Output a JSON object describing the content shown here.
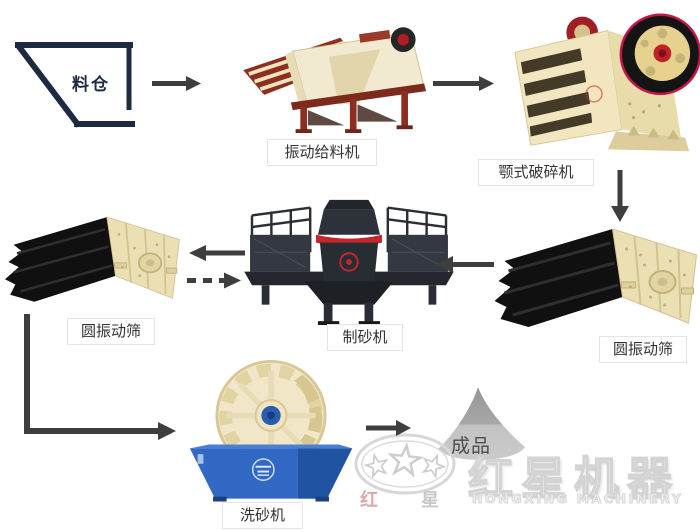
{
  "diagram": {
    "type": "sand-production-line-process-flow",
    "background": "#ffffff",
    "nodes": [
      {
        "id": "silo",
        "label": "料仓"
      },
      {
        "id": "feeder",
        "label": "振动给料机"
      },
      {
        "id": "jaw-crusher",
        "label": "颚式破碎机"
      },
      {
        "id": "screen-right",
        "label": "圆振动筛"
      },
      {
        "id": "sand-maker",
        "label": "制砂机"
      },
      {
        "id": "screen-left",
        "label": "圆振动筛"
      },
      {
        "id": "sand-washer",
        "label": "洗砂机"
      },
      {
        "id": "product",
        "label": "成品"
      }
    ],
    "edges": [
      {
        "from": "料仓",
        "to": "振动给料机",
        "style": "solid",
        "direction": "right"
      },
      {
        "from": "振动给料机",
        "to": "颚式破碎机",
        "style": "solid",
        "direction": "right"
      },
      {
        "from": "颚式破碎机",
        "to": "圆振动筛",
        "style": "solid",
        "direction": "down"
      },
      {
        "from": "圆振动筛",
        "to": "制砂机",
        "style": "solid",
        "direction": "left"
      },
      {
        "from": "制砂机",
        "to": "圆振动筛",
        "style": "solid",
        "direction": "left"
      },
      {
        "from": "圆振动筛",
        "to": "制砂机",
        "style": "dashed",
        "direction": "right"
      },
      {
        "from": "圆振动筛",
        "to": "洗砂机",
        "style": "solid",
        "direction": "down-right"
      },
      {
        "from": "洗砂机",
        "to": "成品",
        "style": "solid",
        "direction": "right"
      }
    ]
  },
  "watermark": {
    "logo_cn_large": "红星机器",
    "logo_en": "HONGXING MACHINERY",
    "logo_cn_char_red": "红",
    "logo_cn_char_gray": "星"
  },
  "colors": {
    "arrow": "#3e3e3e",
    "silo_outline": "#1d2a42",
    "label_text": "#333333",
    "label_border": "#e4e4e4",
    "machine_cream": "#f0e5bd",
    "machine_maroon": "#8c2f21",
    "machine_dark": "#24272d",
    "accent_red": "#c1272d",
    "flywheel_ring": "#c21747",
    "washer_blue": "#3068c4",
    "pile_gray": "#a6a6a6",
    "watermark_gray": "#d6d6d6"
  }
}
